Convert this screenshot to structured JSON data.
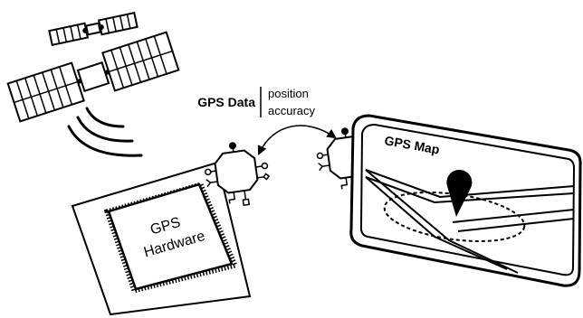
{
  "gps_data": {
    "title": "GPS Data",
    "items": [
      "position",
      "accuracy"
    ]
  },
  "hardware": {
    "line1": "GPS",
    "line2": "Hardware"
  },
  "map": {
    "title": "GPS Map"
  }
}
